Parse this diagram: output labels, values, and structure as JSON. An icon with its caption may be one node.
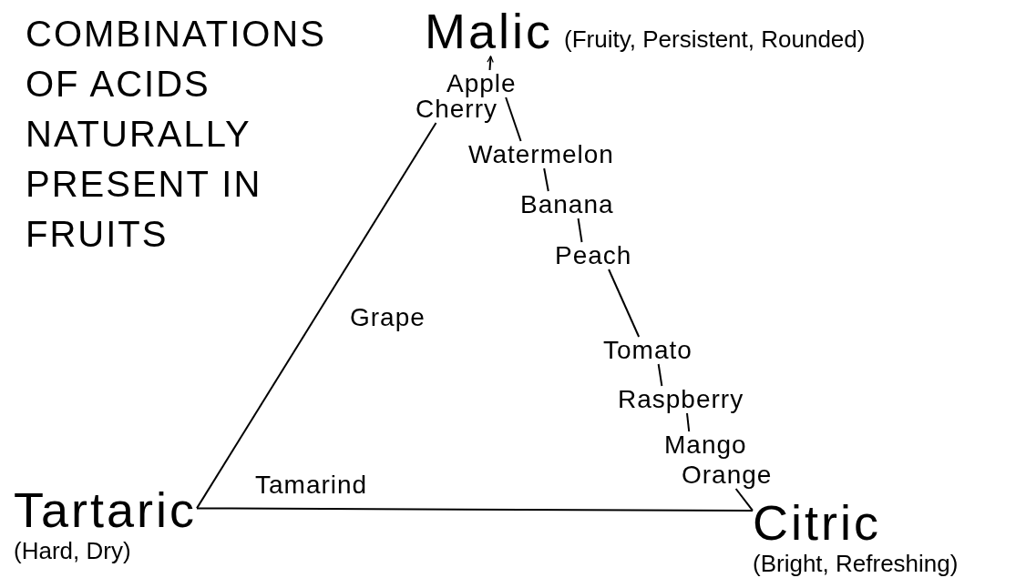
{
  "diagram": {
    "title": "COMBINATIONS OF ACIDS NATURALLY PRESENT IN FRUITS",
    "nodes": [
      {
        "text": [
          "Malic"
        ],
        "beside": [
          "(Fruity, Persistent, Rounded)"
        ]
      },
      {
        "text": [
          "Apple"
        ]
      },
      {
        "text": [
          "Cherry"
        ]
      },
      {
        "text": [
          "Watermelon"
        ]
      },
      {
        "text": [
          "Banana"
        ]
      },
      {
        "text": [
          "Peach"
        ]
      },
      {
        "text": [
          "Tomato"
        ]
      },
      {
        "text": [
          "Raspberry"
        ]
      },
      {
        "text": [
          "Mango"
        ]
      },
      {
        "text": [
          "Orange"
        ]
      },
      {
        "text": [
          "Tartaric"
        ],
        "beside": [
          "(Hard, Dry)"
        ]
      },
      {
        "text": [
          "Citric"
        ],
        "beside": [
          "(Bright, Refreshing)"
        ]
      }
    ],
    "edges": [
      {
        "from": 1,
        "to": 0,
        "arrow": "to"
      },
      {
        "from": 1,
        "to": 3,
        "arrow": "none"
      },
      {
        "from": 3,
        "to": 4,
        "arrow": "none"
      },
      {
        "from": 4,
        "to": 5,
        "arrow": "none"
      },
      {
        "from": 5,
        "to": 6,
        "arrow": "none"
      },
      {
        "from": 6,
        "to": 7,
        "arrow": "none"
      },
      {
        "from": 7,
        "to": 8,
        "arrow": "none"
      },
      {
        "from": 9,
        "to": 11,
        "arrow": "none"
      },
      {
        "from": 2,
        "to": 10,
        "arrow": "none"
      },
      {
        "from": 10,
        "to": 11,
        "arrow": "none"
      }
    ],
    "labels": [
      "Grape",
      "Tamarind"
    ]
  }
}
